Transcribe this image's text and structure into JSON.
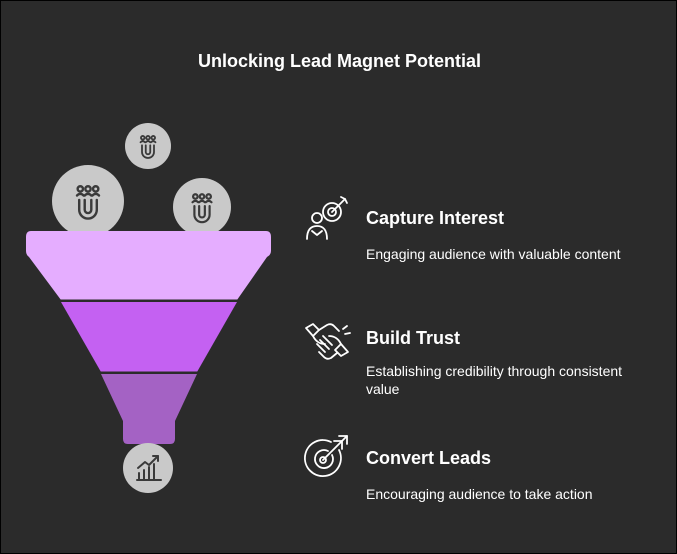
{
  "title": "Unlocking Lead Magnet Potential",
  "colors": {
    "background": "#2b2b2b",
    "funnel_top": "#e5adff",
    "funnel_mid": "#c461f2",
    "funnel_bottom": "#a462c4",
    "bubble": "#c9c9c9",
    "icon_stroke": "#3a3a3a",
    "text": "#ffffff"
  },
  "bubbles": [
    {
      "icon": "magnet-people-icon"
    },
    {
      "icon": "magnet-people-icon"
    },
    {
      "icon": "magnet-people-icon"
    }
  ],
  "output_icon": "growth-chart-icon",
  "stages": [
    {
      "title": "Capture Interest",
      "description": "Engaging audience with valuable content",
      "icon": "target-person-icon"
    },
    {
      "title": "Build Trust",
      "description": "Establishing credibility through consistent value",
      "icon": "handshake-icon"
    },
    {
      "title": "Convert Leads",
      "description": "Encouraging audience to take action",
      "icon": "bullseye-arrow-icon"
    }
  ]
}
